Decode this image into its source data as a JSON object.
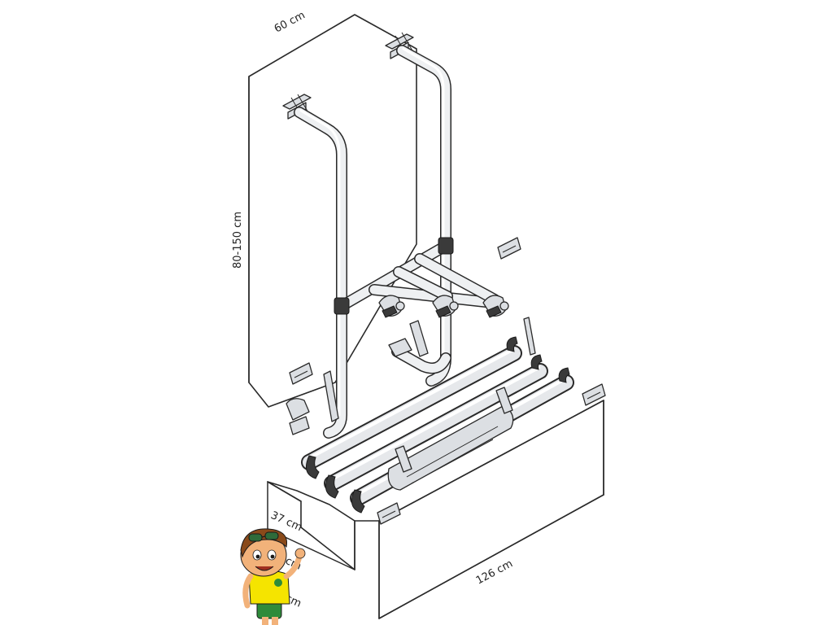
{
  "diagram": {
    "dimension_labels": {
      "top_width": "60 cm",
      "height": "80-150 cm",
      "step_depth": "37 cm",
      "step_height": "cm",
      "ground_height": "cm",
      "base_width": "126 cm"
    },
    "colors": {
      "line": "#2a2a2a",
      "tube_fill": "#eef0f2",
      "bracket_fill": "#dcdfe3",
      "mascot_shirt": "#f5e400",
      "mascot_shorts": "#2e8b3a",
      "mascot_skin": "#f2b27a",
      "mascot_hair": "#8a4a1a"
    },
    "icons": {
      "mascot": "waving-boy-mascot-icon",
      "bike_holder": "bike-claw-holder-icon",
      "wall_bracket": "wall-mount-bracket-icon"
    }
  }
}
